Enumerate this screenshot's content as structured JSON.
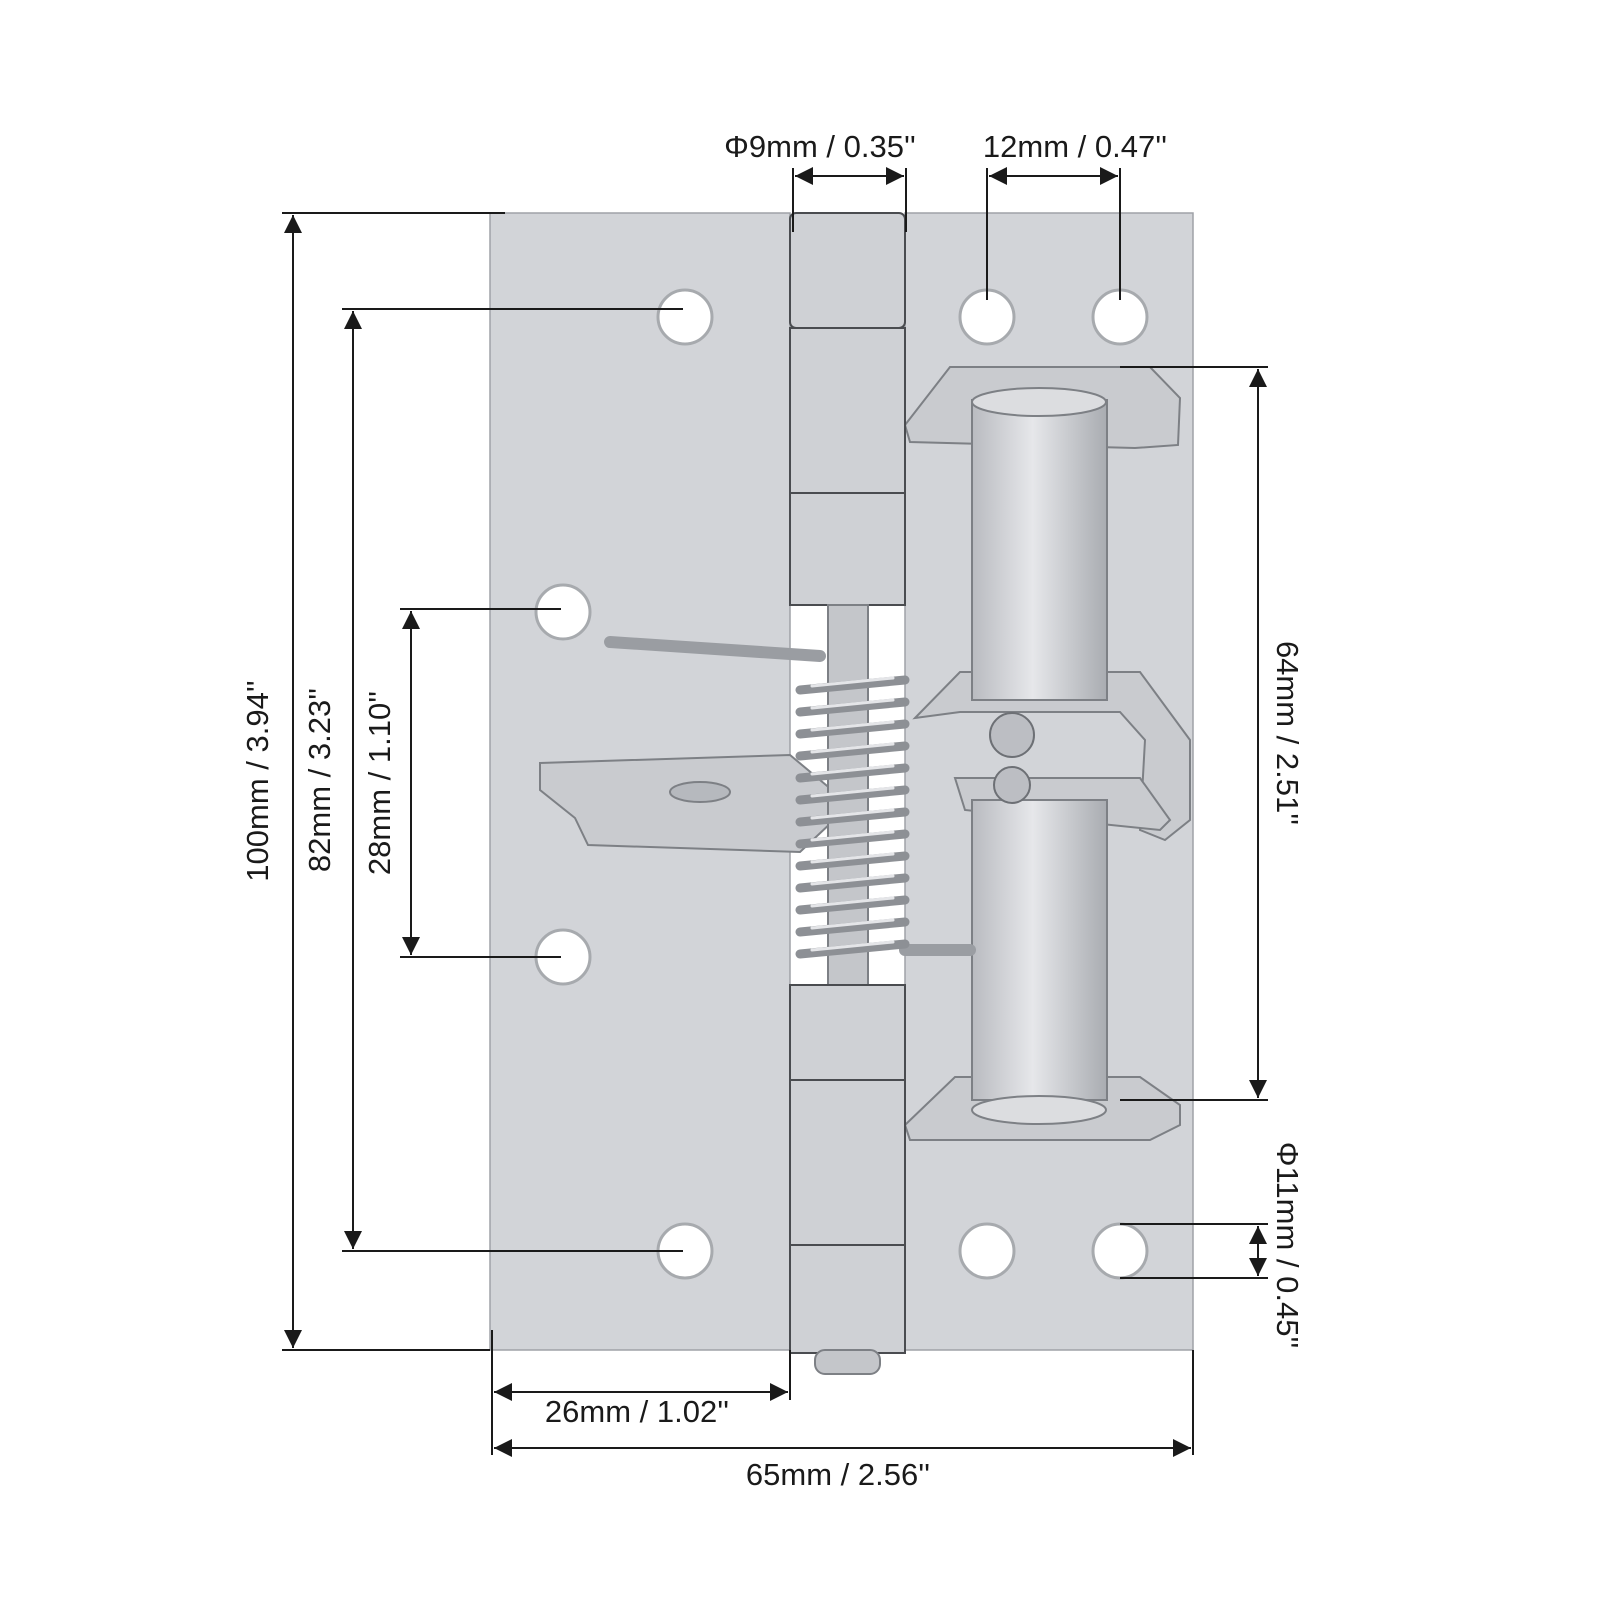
{
  "colors": {
    "plate": "#d2d4d8",
    "line": "#1a1a1a",
    "background": "#ffffff"
  },
  "dimensions": {
    "pin_diameter": "Φ9mm / 0.35''",
    "hole_spacing_top": "12mm / 0.47''",
    "total_height": "100mm / 3.94''",
    "outer_hole_spacing": "82mm / 3.23''",
    "inner_hole_spacing": "28mm / 1.10''",
    "bracket_span": "64mm / 2.51''",
    "hole_diameter": "Φ11mm / 0.45''",
    "leaf_width": "26mm / 1.02''",
    "total_width": "65mm / 2.56''"
  }
}
